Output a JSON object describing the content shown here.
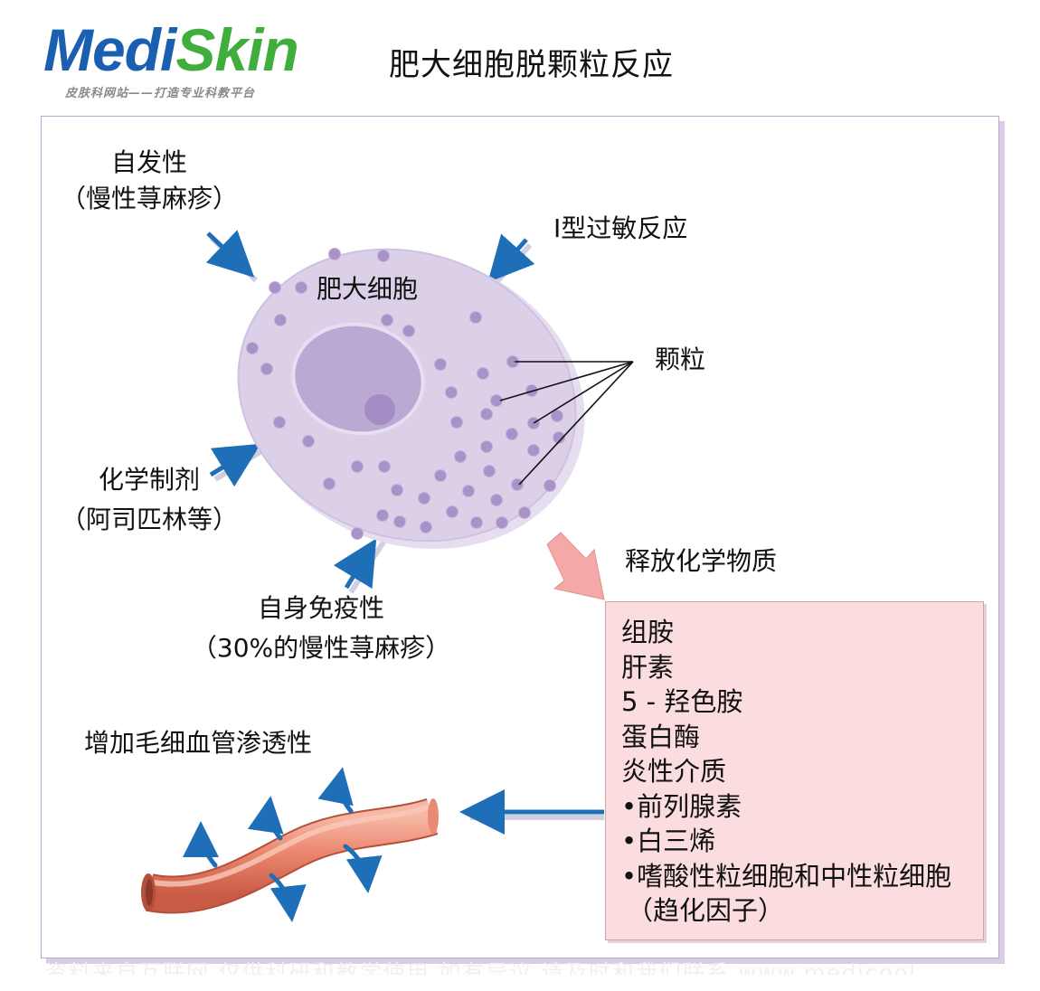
{
  "logo": {
    "word_part1": "Medi",
    "word_part2": "Skin",
    "tagline": "皮肤科网站——打造专业科教平台"
  },
  "title": "肥大细胞脱颗粒反应",
  "triggers": {
    "spontaneous": {
      "line1": "自发性",
      "line2": "（慢性荨麻疹）"
    },
    "type1": {
      "line1": "I型过敏反应"
    },
    "chemical": {
      "line1": "化学制剂",
      "line2": "（阿司匹林等）"
    },
    "autoimmune": {
      "line1": "自身免疫性",
      "line2": "（30%的慢性荨麻疹）"
    }
  },
  "cell": {
    "label": "肥大细胞",
    "granules_label": "颗粒"
  },
  "release_label": "释放化学物质",
  "chemicals": [
    "组胺",
    "肝素",
    "5 - 羟色胺",
    "蛋白酶",
    "炎性介质",
    "•前列腺素",
    "•白三烯",
    "•嗜酸性粒细胞和中性粒细胞",
    "（趋化因子）"
  ],
  "vessel_label": "增加毛细血管渗透性",
  "watermark": "资料来自互联网 仅供科研和教学使用 如有异议 请及时和我们联系 www.medicool",
  "colors": {
    "arrow_blue": "#1f6fb8",
    "cell_fill": "#dccfe8",
    "nucleus_fill": "#b9a9d3",
    "granule": "#a892c7",
    "release_arrow": "#f4a9a8",
    "box_fill": "#fbdde0",
    "vessel": "#e8806a"
  }
}
